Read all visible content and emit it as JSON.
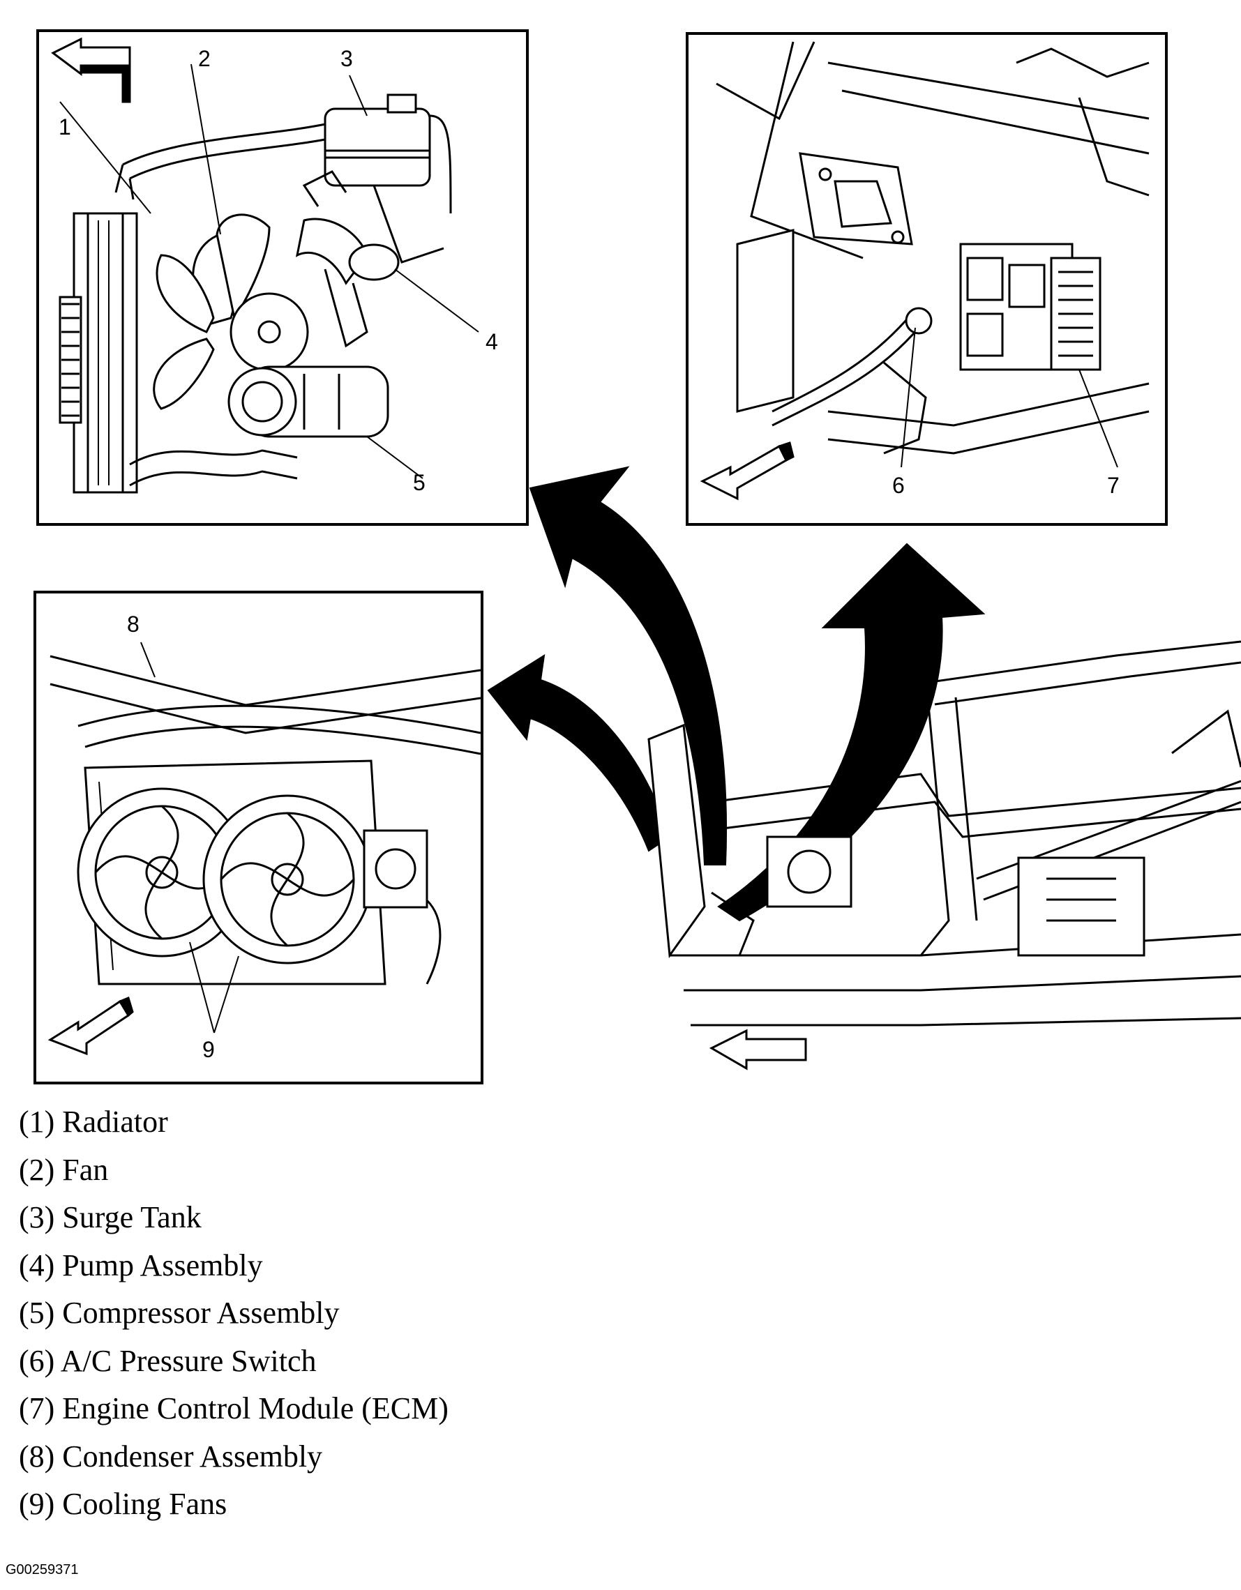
{
  "callouts": {
    "c1": "1",
    "c2": "2",
    "c3": "3",
    "c4": "4",
    "c5": "5",
    "c6": "6",
    "c7": "7",
    "c8": "8",
    "c9": "9"
  },
  "legend": [
    "(1) Radiator",
    "(2) Fan",
    "(3) Surge Tank",
    "(4) Pump Assembly",
    "(5) Compressor Assembly",
    "(6) A/C Pressure Switch",
    "(7) Engine Control Module (ECM)",
    "(8) Condenser Assembly",
    "(9) Cooling Fans"
  ],
  "figure_id": "G00259371",
  "icons": [
    "direction-arrow-icon",
    "view-arrow-icon"
  ],
  "colors": {
    "line": "#000000",
    "background": "#ffffff"
  }
}
